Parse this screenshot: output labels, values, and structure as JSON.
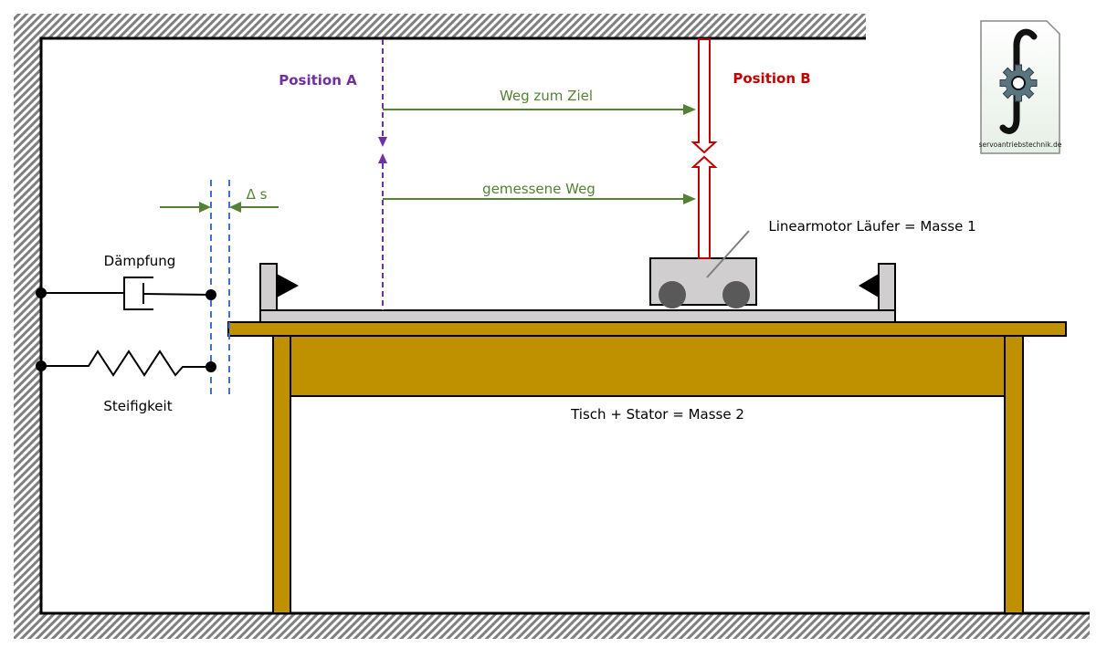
{
  "labels": {
    "position_a": "Position A",
    "position_b": "Position B",
    "weg_zum_ziel": "Weg zum Ziel",
    "gemessene_weg": "gemessene Weg",
    "delta_s": "Δ s",
    "daempfung": "Dämpfung",
    "steifigkeit": "Steifigkeit",
    "linearmotor": "Linearmotor Läufer = Masse 1",
    "tisch": "Tisch + Stator = Masse 2"
  },
  "logo": {
    "text": "servoantriebstechnik.de"
  },
  "colors": {
    "position_a": "#7030A0",
    "position_b": "#C00000",
    "arrows": "#548235",
    "table": "#BF9000",
    "rail": "#D0CECE",
    "wheels": "#595959",
    "reference_lines": "#4472C4"
  }
}
